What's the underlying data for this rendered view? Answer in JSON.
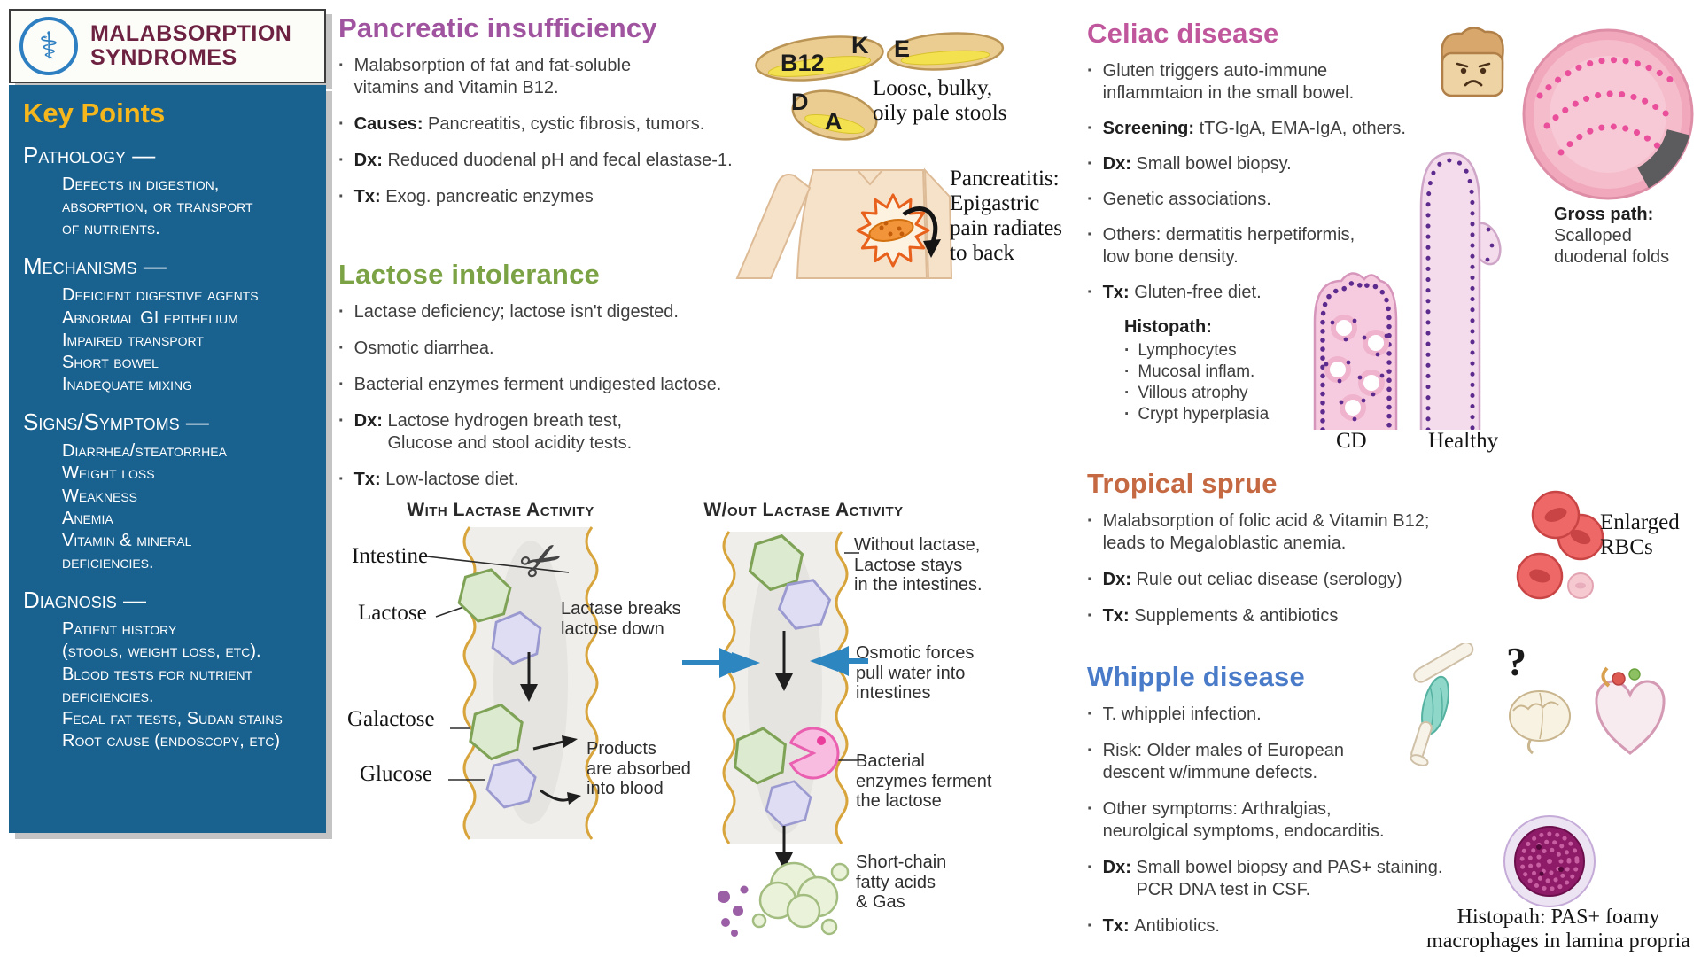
{
  "colors": {
    "sidebar-blue": "#19618f",
    "sidebar-yellow": "#f6b71d",
    "maroon": "#6e2242",
    "caduceus-blue": "#2d7fc1",
    "accent-panc": "#a0549f",
    "accent-lactose": "#7ba244",
    "accent-celiac": "#c0569c",
    "accent-tropical": "#c56943",
    "accent-whipple": "#4a7bc9",
    "gold": "#d8a43c",
    "blue-arrow": "#2e86c1"
  },
  "sidebar": {
    "title_lines": [
      "MALABSORPTION",
      "SYNDROMES"
    ],
    "key_points": "Key Points",
    "sections": [
      {
        "heading": "Pathology —",
        "items": [
          "Defects in digestion,\nabsorption, or transport\nof nutrients."
        ]
      },
      {
        "heading": "Mechanisms —",
        "items": [
          "Deficient digestive agents",
          "Abnormal GI epithelium",
          "Impaired transport",
          "Short bowel",
          "Inadequate mixing"
        ]
      },
      {
        "heading": "Signs/Symptoms —",
        "items": [
          "Diarrhea/steatorrhea",
          "Weight loss",
          "Weakness",
          "Anemia",
          "Vitamin & mineral\ndeficiencies."
        ]
      },
      {
        "heading": "Diagnosis —",
        "items": [
          "Patient history\n(stools, weight loss, etc).",
          "Blood tests for nutrient\ndeficiencies.",
          "Fecal fat tests, Sudan stains",
          "Root cause (endoscopy, etc)"
        ]
      }
    ]
  },
  "pancreatic": {
    "title": "Pancreatic insufficiency",
    "bullets": [
      {
        "b": "",
        "t": "Malabsorption of fat and fat-soluble\nvitamins and Vitamin B12."
      },
      {
        "b": "Causes: ",
        "t": "Pancreatitis, cystic fibrosis, tumors."
      },
      {
        "b": "Dx: ",
        "t": "Reduced duodenal pH and fecal elastase-1."
      },
      {
        "b": "Tx: ",
        "t": "Exog. pancreatic enzymes"
      }
    ],
    "vitamins": [
      "B12",
      "K",
      "E",
      "D",
      "A"
    ],
    "stool_caption": "Loose, bulky,\noily pale stools",
    "pancreatitis_caption": "Pancreatitis:\nEpigastric\npain radiates\nto back"
  },
  "lactose": {
    "title": "Lactose intolerance",
    "bullets": [
      {
        "b": "",
        "t": "Lactase deficiency; lactose isn't digested."
      },
      {
        "b": "",
        "t": "Osmotic diarrhea."
      },
      {
        "b": "",
        "t": "Bacterial enzymes ferment undigested lactose."
      },
      {
        "b": "Dx: ",
        "t": "Lactose hydrogen breath test,\nGlucose and stool acidity tests."
      },
      {
        "b": "Tx: ",
        "t": "Low-lactose diet."
      }
    ],
    "diagram": {
      "left_title": "With Lactase Activity",
      "right_title": "W/out Lactase Activity",
      "intestine_label": "Intestine",
      "lactose_label": "Lactose",
      "galactose_label": "Galactose",
      "glucose_label": "Glucose",
      "lactase_breaks": "Lactase breaks\nlactose down",
      "products": "Products\nare absorbed\ninto blood",
      "without_lactase": "Without lactase,\nLactose stays\nin the intestines.",
      "osmotic": "Osmotic forces\npull water into\nintestines",
      "bacterial": "Bacterial\nenzymes ferment\nthe lactose",
      "short_chain": "Short-chain\nfatty acids\n& Gas"
    }
  },
  "celiac": {
    "title": "Celiac disease",
    "bullets": [
      {
        "b": "",
        "t": "Gluten triggers auto-immune\ninflammtaion in the small bowel."
      },
      {
        "b": "Screening: ",
        "t": "tTG-IgA, EMA-IgA, others."
      },
      {
        "b": "Dx: ",
        "t": "Small bowel biopsy."
      },
      {
        "b": "",
        "t": "Genetic associations."
      },
      {
        "b": "",
        "t": "Others: dermatitis herpetiformis,\nlow bone density."
      },
      {
        "b": "Tx: ",
        "t": "Gluten-free diet."
      }
    ],
    "histopath_label": "Histopath:",
    "histopath_items": [
      "Lymphocytes",
      "Mucosal inflam.",
      "Villous atrophy",
      "Crypt hyperplasia"
    ],
    "gross_label": "Gross path:",
    "gross_text": "Scalloped\nduodenal folds",
    "cd_label": "CD",
    "healthy_label": "Healthy"
  },
  "tropical": {
    "title": "Tropical sprue",
    "bullets": [
      {
        "b": "",
        "t": "Malabsorption of folic acid & Vitamin B12;\nleads to Megaloblastic anemia."
      },
      {
        "b": "Dx: ",
        "t": "Rule out celiac disease  (serology)"
      },
      {
        "b": "Tx: ",
        "t": "Supplements & antibiotics"
      }
    ],
    "rbc_caption": "Enlarged\nRBCs"
  },
  "whipple": {
    "title": "Whipple disease",
    "bullets": [
      {
        "b": "",
        "t": "T. whipplei infection."
      },
      {
        "b": "",
        "t": "Risk: Older males of European\ndescent w/immune defects."
      },
      {
        "b": "",
        "t": "Other symptoms: Arthralgias,\nneurolgical symptoms, endocarditis."
      },
      {
        "b": "Dx: ",
        "t": "Small bowel biopsy and PAS+ staining.\nPCR DNA test in CSF."
      },
      {
        "b": "Tx: ",
        "t": "Antibiotics."
      }
    ],
    "question_mark": "?",
    "histo_caption": "Histopath: PAS+ foamy\nmacrophages in lamina propria"
  }
}
